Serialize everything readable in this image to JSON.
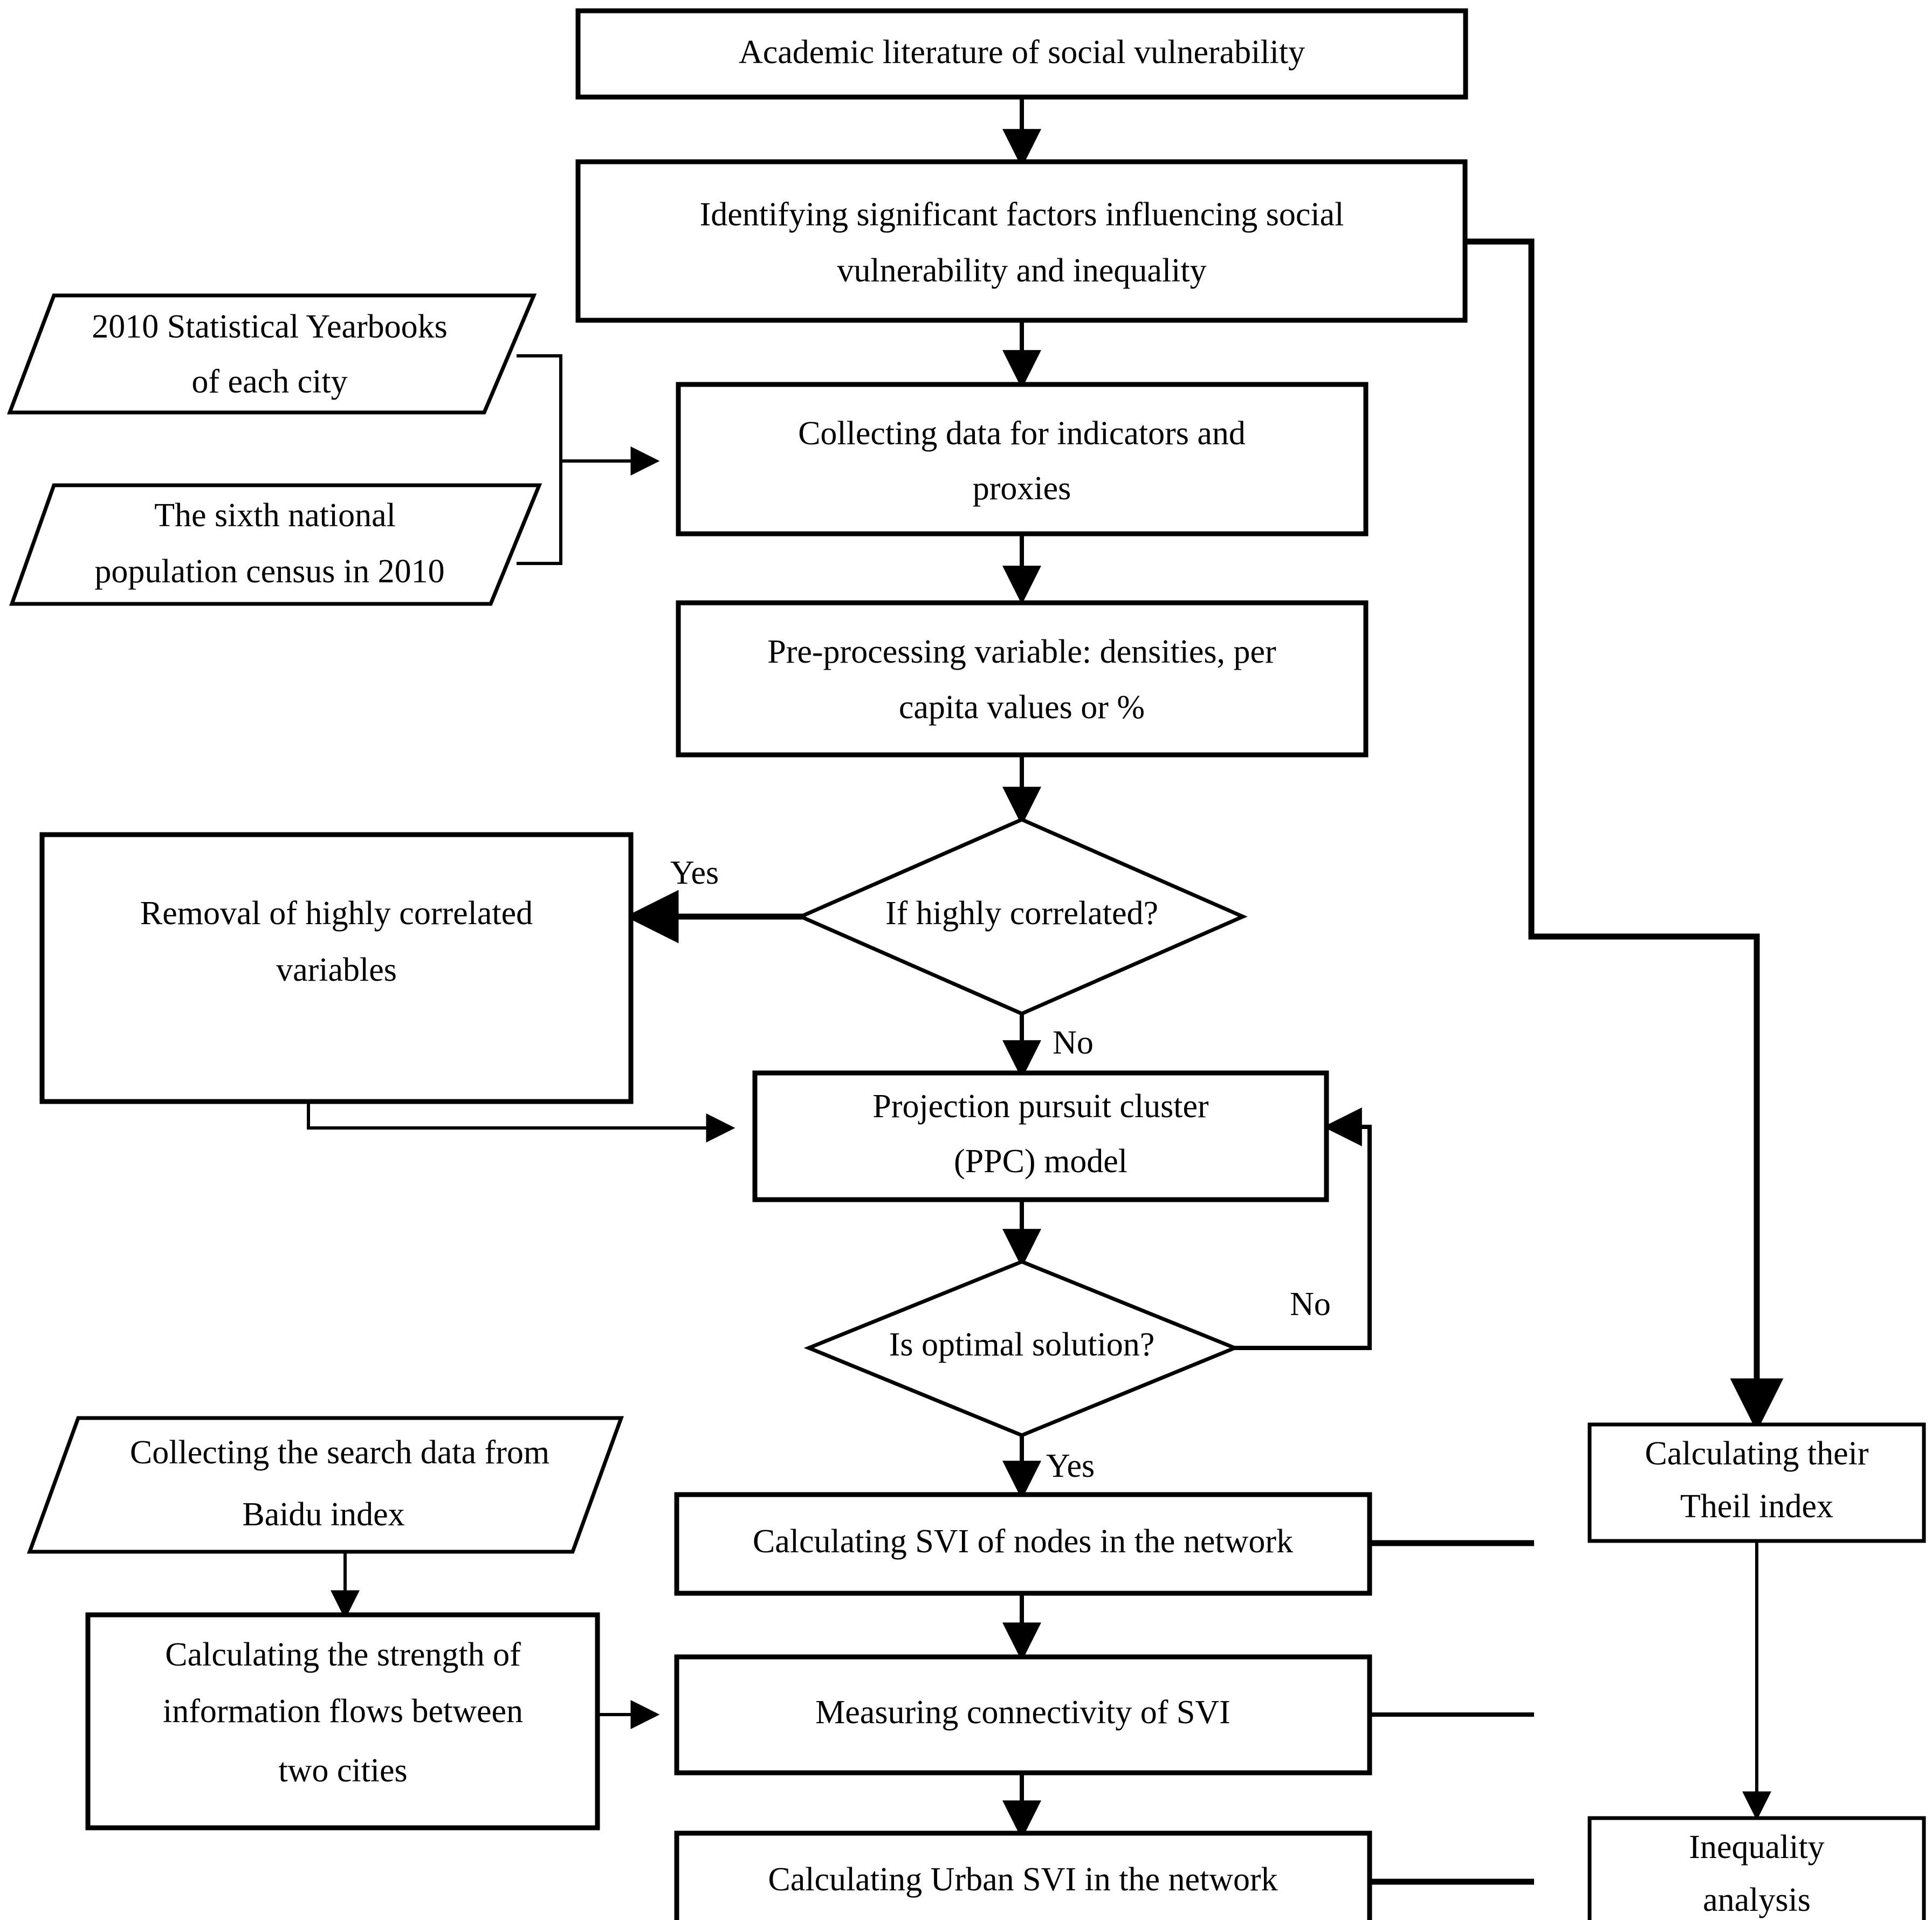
{
  "diagram": {
    "title": "Social vulnerability index research methodology flowchart",
    "background_color": "#ffffff",
    "line_color": "#000000",
    "text_color": "#000000"
  },
  "nodes": {
    "academic_literature": {
      "line1": "Academic literature of social vulnerability",
      "shape": "process"
    },
    "identifying_factors_l1": {
      "text": "Identifying significant factors influencing social"
    },
    "identifying_factors_l2": {
      "text": "vulnerability and inequality"
    },
    "yearbooks_l1": {
      "text": "2010 Statistical Yearbooks"
    },
    "yearbooks_l2": {
      "text": "of each city"
    },
    "census_l1": {
      "text": "The sixth national"
    },
    "census_l2": {
      "text": "population census in 2010"
    },
    "collecting_data_l1": {
      "text": "Collecting data for indicators and"
    },
    "collecting_data_l2": {
      "text": "proxies"
    },
    "preprocessing_l1": {
      "text": "Pre-processing variable: densities, per"
    },
    "preprocessing_l2": {
      "text": "capita values or %"
    },
    "if_highly_correlated": {
      "text": "If highly correlated?",
      "shape": "decision"
    },
    "removal_l1": {
      "text": "Removal of highly correlated"
    },
    "removal_l2": {
      "text": "variables"
    },
    "ppc_model_l1": {
      "text": "Projection pursuit cluster"
    },
    "ppc_model_l2": {
      "text": "(PPC) model"
    },
    "is_optimal_solution": {
      "text": "Is optimal solution?",
      "shape": "decision"
    },
    "baidu_l1": {
      "text": "Collecting the search data from"
    },
    "baidu_l2": {
      "text": "Baidu index"
    },
    "strength_flows_l1": {
      "text": "Calculating the strength of"
    },
    "strength_flows_l2": {
      "text": "information flows between"
    },
    "strength_flows_l3": {
      "text": "two cities"
    },
    "svi_nodes": {
      "text": "Calculating SVI of nodes in the network"
    },
    "measuring_connectivity": {
      "text": "Measuring connectivity of SVI"
    },
    "urban_svi": {
      "text": "Calculating Urban SVI in the network"
    },
    "theil_index_l1": {
      "text": "Calculating their"
    },
    "theil_index_l2": {
      "text": "Theil index"
    },
    "inequality_l1": {
      "text": "Inequality"
    },
    "inequality_l2": {
      "text": "analysis"
    }
  },
  "edge_labels": {
    "yes_correlated": "Yes",
    "no_correlated": "No",
    "no_optimal": "No",
    "yes_optimal": "Yes"
  }
}
